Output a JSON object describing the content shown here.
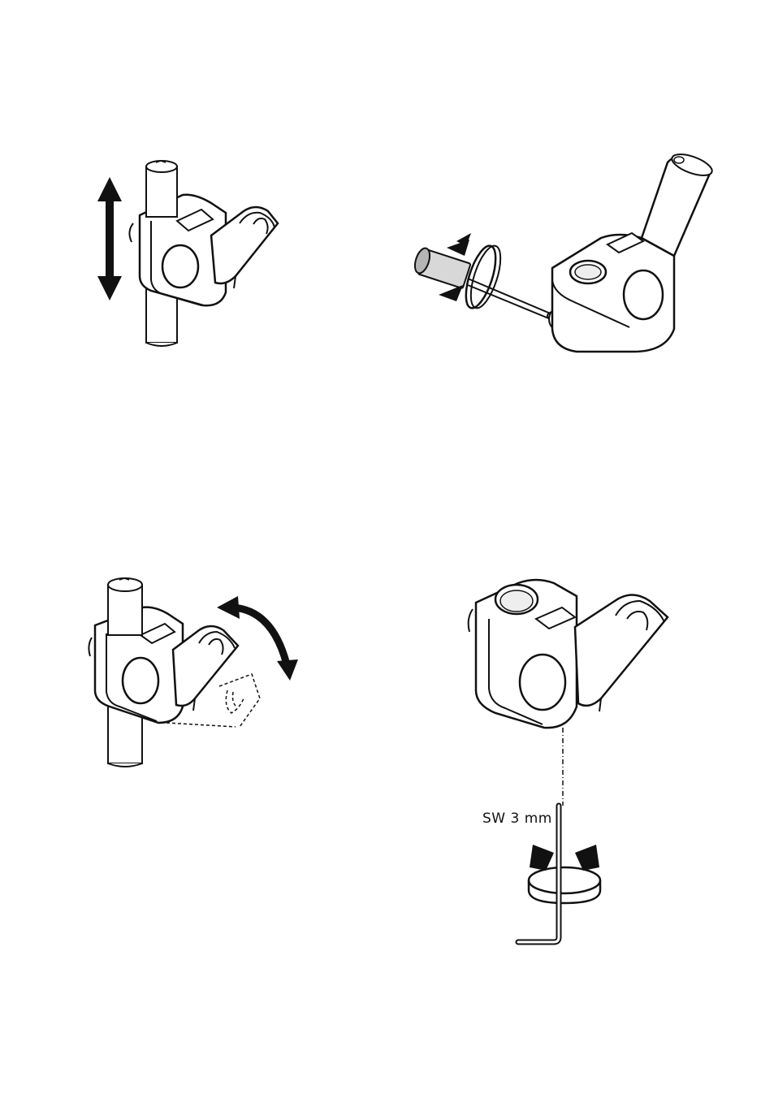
{
  "diagram": {
    "line_color": "#111111",
    "fill_light": "#f2f2f2",
    "fill_mid": "#d8d8d8",
    "fill_dark": "#8a8a8a",
    "steps": [
      {
        "id": "step-1",
        "action": "slide-up-down",
        "arrow_icon": "double-vertical-arrow-icon"
      },
      {
        "id": "step-2",
        "action": "pull-out-pin-with-rotation",
        "arrow_icon": "rotation-arrows-icon"
      },
      {
        "id": "step-3",
        "action": "tilt-holder",
        "arrow_icon": "curved-double-arrow-icon"
      },
      {
        "id": "step-4",
        "action": "tighten-set-screw",
        "arrow_icon": "rotation-arrows-icon"
      }
    ],
    "wrench_label": "SW 3 mm"
  }
}
